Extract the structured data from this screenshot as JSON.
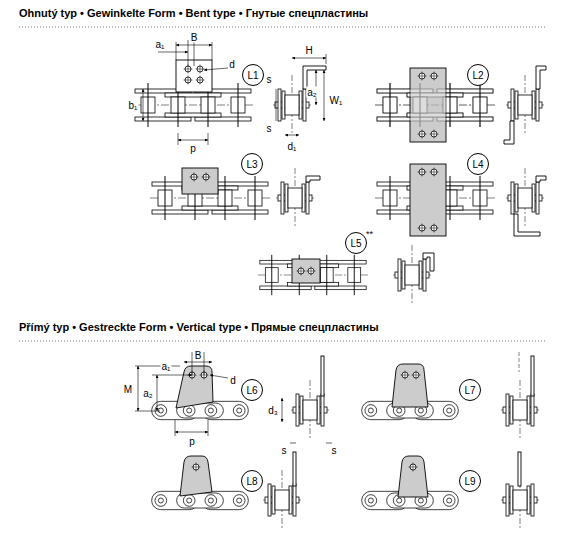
{
  "diagram": {
    "nodes": [
      {
        "text": [
          "L1"
        ]
      },
      {
        "text": [
          "L2"
        ]
      },
      {
        "text": [
          "L3"
        ]
      },
      {
        "text": [
          "L4"
        ]
      },
      {
        "text": [
          "L5",
          "**"
        ]
      },
      {
        "text": [
          "L6"
        ]
      },
      {
        "text": [
          "L7"
        ]
      },
      {
        "text": [
          "L8"
        ]
      },
      {
        "text": [
          "L9"
        ]
      }
    ],
    "labels": [
      "Ohnutý typ • Gewinkelte Form • Bent type • Гнутые спецпластины",
      "Přímý typ • Gestreckte Form • Vertical type • Прямые спецпластины",
      "a₁",
      "B",
      "d",
      "b₁",
      "p",
      "H",
      "s",
      "a₂",
      "W₁",
      "s",
      "d₁",
      "a₁",
      "B",
      "d",
      "M",
      "a₂",
      "p",
      "d₃",
      "s",
      "s"
    ]
  }
}
